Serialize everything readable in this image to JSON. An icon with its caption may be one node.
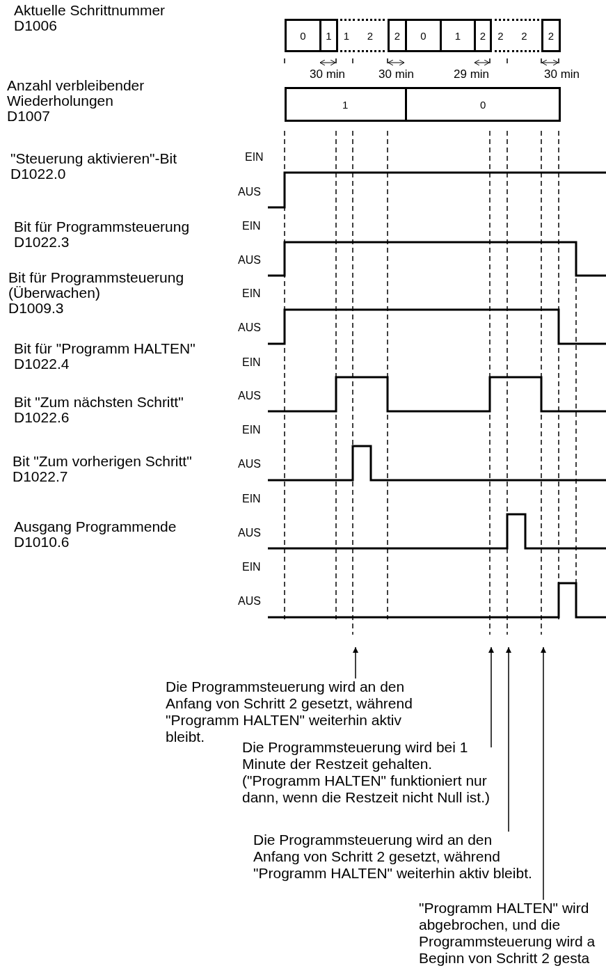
{
  "diagram": {
    "nodes": [
      {
        "text": [
          "0"
        ]
      },
      {
        "text": [
          "1"
        ]
      },
      {
        "text": [
          "1"
        ]
      },
      {
        "text": [
          "2"
        ]
      },
      {
        "text": [
          "2"
        ]
      },
      {
        "text": [
          "0"
        ]
      },
      {
        "text": [
          "1"
        ]
      },
      {
        "text": [
          "2"
        ]
      },
      {
        "text": [
          "2"
        ]
      },
      {
        "text": [
          "2"
        ]
      },
      {
        "text": [
          "2"
        ]
      },
      {
        "text": [
          "1"
        ]
      },
      {
        "text": [
          "0"
        ]
      },
      {
        "text": [
          "Die Programmsteuerung wird an den Anfang von Schritt 2 gesetzt, während \"Programm HALTEN\" weiterhin aktiv bleibt."
        ]
      },
      {
        "text": [
          "Die Programmsteuerung wird bei 1 Minute der Restzeit gehalten. (\"Programm HALTEN\" funktioniert nur dann, wenn die Restzeit nicht Null ist.)"
        ]
      },
      {
        "text": [
          "Die Programmsteuerung wird an den Anfang von Schritt 2 gesetzt, während \"Programm HALTEN\" weiterhin aktiv bleibt."
        ]
      },
      {
        "text": [
          "\"Programm HALTEN\" wird abgebrochen, und die Programmsteuerung wird a Beginn von Schritt 2 gesta"
        ]
      }
    ],
    "edges": [
      {
        "from": 13,
        "to": null,
        "arrow": "to"
      },
      {
        "from": 14,
        "to": null,
        "arrow": "to"
      },
      {
        "from": 15,
        "to": null,
        "arrow": "to"
      },
      {
        "from": 16,
        "to": null,
        "arrow": "to"
      }
    ],
    "labels": [
      "Aktuelle Schrittnummer D1006",
      "30 min",
      "30 min",
      "29 min",
      "30 min",
      "Anzahl verbleibender Wiederholungen D1007",
      "\"Steuerung aktivieren\"-Bit D1022.0",
      "EIN",
      "AUS",
      "Bit für Programmsteuerung D1022.3",
      "EIN",
      "AUS",
      "Bit für Programmsteuerung (Überwachen) D1009.3",
      "EIN",
      "AUS",
      "Bit für \"Programm HALTEN\" D1022.4",
      "EIN",
      "AUS",
      "Bit \"Zum nächsten Schritt\" D1022.6",
      "EIN",
      "AUS",
      "Bit \"Zum vorherigen Schritt\" D1022.7",
      "EIN",
      "AUS",
      "Ausgang Programmende D1010.6",
      "EIN",
      "AUS"
    ]
  }
}
